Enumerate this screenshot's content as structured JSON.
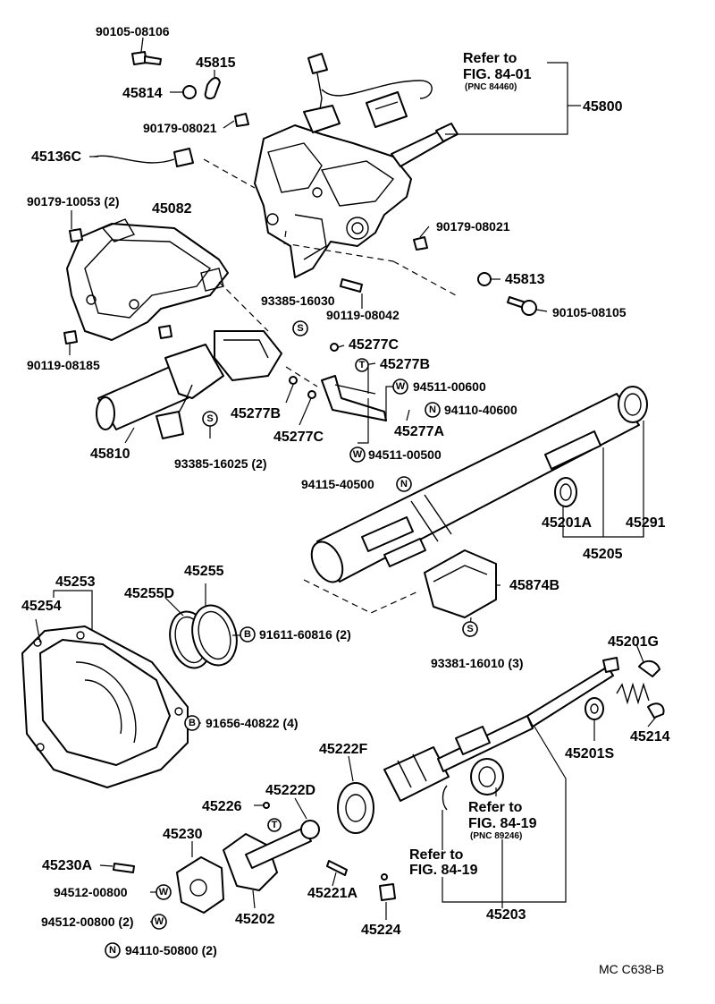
{
  "labels": {
    "l_90105_08106": "90105-08106",
    "l_45815": "45815",
    "l_45814": "45814",
    "l_90179_08021_top": "90179-08021",
    "l_45136c": "45136C",
    "l_refer_top_1": "Refer to",
    "l_refer_top_2": "FIG. 84-01",
    "l_refer_top_pnc": "(PNC 84460)",
    "l_45800": "45800",
    "l_90179_10053": "90179-10053 (2)",
    "l_45082": "45082",
    "l_90179_08021_right": "90179-08021",
    "l_45813": "45813",
    "l_90105_08105": "90105-08105",
    "l_93385_16030": "93385-16030",
    "l_90119_08042": "90119-08042",
    "l_90119_08185": "90119-08185",
    "l_45277c_top": "45277C",
    "l_45277b_top": "45277B",
    "l_94511_00600": "94511-00600",
    "l_94110_40600": "94110-40600",
    "l_45277b_left": "45277B",
    "l_45277c_left": "45277C",
    "l_45277a": "45277A",
    "l_45810": "45810",
    "l_94511_00500": "94511-00500",
    "l_93385_16025": "93385-16025 (2)",
    "l_94115_40500": "94115-40500",
    "l_45201a": "45201A",
    "l_45291": "45291",
    "l_45205": "45205",
    "l_45253": "45253",
    "l_45254": "45254",
    "l_45255": "45255",
    "l_45255d": "45255D",
    "l_91611_60816": "91611-60816 (2)",
    "l_45874b": "45874B",
    "l_93381_16010": "93381-16010 (3)",
    "l_91656_40822": "91656-40822 (4)",
    "l_45201g": "45201G",
    "l_45214": "45214",
    "l_45201s": "45201S",
    "l_45222f": "45222F",
    "l_45226": "45226",
    "l_45222d": "45222D",
    "l_45230": "45230",
    "l_45230a": "45230A",
    "l_94512_00800_a": "94512-00800",
    "l_94512_00800_b": "94512-00800 (2)",
    "l_94110_50800": "94110-50800 (2)",
    "l_45202": "45202",
    "l_45221a": "45221A",
    "l_45224": "45224",
    "l_refer_mid_1": "Refer to",
    "l_refer_mid_2": "FIG. 84-19",
    "l_refer_mid_pnc": "(PNC 89246)",
    "l_refer_low_1": "Refer to",
    "l_refer_low_2": "FIG. 84-19",
    "l_45203": "45203",
    "l_footer": "MC   C638-B"
  },
  "markers": {
    "S": "S",
    "W": "W",
    "N": "N",
    "B": "B",
    "T": "T"
  }
}
